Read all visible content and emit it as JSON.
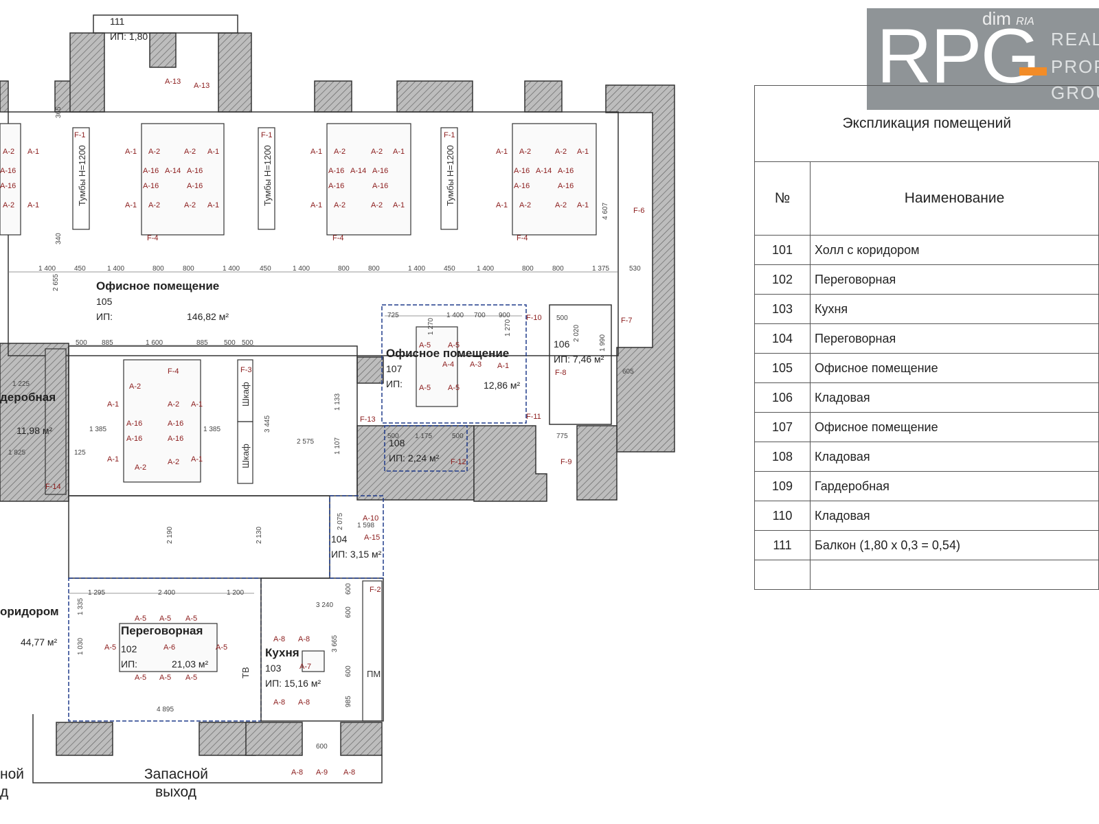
{
  "logo": {
    "brand": "RPG",
    "line1": "REAL",
    "line2": "PROP",
    "line3": "GROU",
    "badge_left": "dim",
    "badge_right": "RIA"
  },
  "explication": {
    "title": "Экспликация помещений",
    "col_no": "№",
    "col_name": "Наименование",
    "rows": [
      {
        "no": "101",
        "name": "Холл с коридором"
      },
      {
        "no": "102",
        "name": "Переговорная"
      },
      {
        "no": "103",
        "name": "Кухня"
      },
      {
        "no": "104",
        "name": "Переговорная"
      },
      {
        "no": "105",
        "name": "Офисное помещение"
      },
      {
        "no": "106",
        "name": "Кладовая"
      },
      {
        "no": "107",
        "name": "Офисное помещение"
      },
      {
        "no": "108",
        "name": "Кладовая"
      },
      {
        "no": "109",
        "name": "Гардеробная"
      },
      {
        "no": "110",
        "name": "Кладовая"
      },
      {
        "no": "111",
        "name": "Балкон (1,80 х 0,3 = 0,54)"
      }
    ]
  },
  "rooms": {
    "r105": {
      "name": "Офисное помещение",
      "no": "105",
      "ip": "ИП:",
      "area": "146,82 м²"
    },
    "r107": {
      "name": "Офисное помещение",
      "no": "107",
      "ip": "ИП:",
      "area": "12,86 м²"
    },
    "r106": {
      "no": "106",
      "area": "ИП: 7,46 м²"
    },
    "r108": {
      "no": "108",
      "area": "ИП: 2,24 м²"
    },
    "r109": {
      "name": "деробная",
      "area": "11,98 м²"
    },
    "r101": {
      "name": "оридором",
      "area": "44,77 м²"
    },
    "r102": {
      "name": "Переговорная",
      "no": "102",
      "ip": "ИП:",
      "area": "21,03 м²"
    },
    "r103": {
      "name": "Кухня",
      "no": "103",
      "area": "ИП: 15,16 м²"
    },
    "r104": {
      "no": "104",
      "area": "ИП: 3,15 м²"
    },
    "r111": {
      "no": "111",
      "area": "ИП: 1,80"
    }
  },
  "labels": {
    "tumby": "Тумбы Н=1200",
    "shkaf": "Шкаф",
    "tv": "ТВ",
    "pm": "ПМ",
    "exit_word1": "Запасной",
    "exit_word2": "выход",
    "exit_left1": "ной",
    "exit_left2": "д"
  },
  "tags": {
    "a1": "A-1",
    "a2": "A-2",
    "a16": "A-16",
    "a5": "A-5",
    "a6": "A-6",
    "a7": "A-7",
    "a8": "A-8",
    "a9": "A-9",
    "a13": "A-13",
    "a14": "A-14",
    "a15": "A-15",
    "a4": "A-4",
    "a3": "A-3",
    "a10": "A-10",
    "f1": "F-1",
    "f2": "F-2",
    "f3": "F-3",
    "f4": "F-4",
    "f6": "F-6",
    "f7": "F-7",
    "f8": "F-8",
    "f9": "F-9",
    "f10": "F-10",
    "f11": "F-11",
    "f12": "F-12",
    "f13": "F-13",
    "f14": "F-14"
  },
  "dims": {
    "d1400": "1 400",
    "d800": "800",
    "d450": "450",
    "d1375": "1 375",
    "d530": "530",
    "d500": "500",
    "d885": "885",
    "d1600": "1 600",
    "d2655": "2 655",
    "d3445": "3 445",
    "d2575": "2 575",
    "d1385": "1 385",
    "d1825": "1 825",
    "d1225": "1 225",
    "d2190": "2 190",
    "d2130": "2 130",
    "d2400": "2 400",
    "d1295": "1 295",
    "d1200": "1 200",
    "d4895": "4 895",
    "d3240": "3 240",
    "d3665": "3 665",
    "d600": "600",
    "d985": "985",
    "d4607": "4 607",
    "d725": "725",
    "d1270": "1 270",
    "d700": "700",
    "d900": "900",
    "d1175": "1 175",
    "d775": "775",
    "d1990": "1 990",
    "d2020": "2 020",
    "d605": "605",
    "d365": "365",
    "d340": "340",
    "d1133": "1 133",
    "d1107": "1 107",
    "d2075": "2 075",
    "d1598": "1 598",
    "d1335": "1 335",
    "d1030": "1 030",
    "d125": "125"
  }
}
